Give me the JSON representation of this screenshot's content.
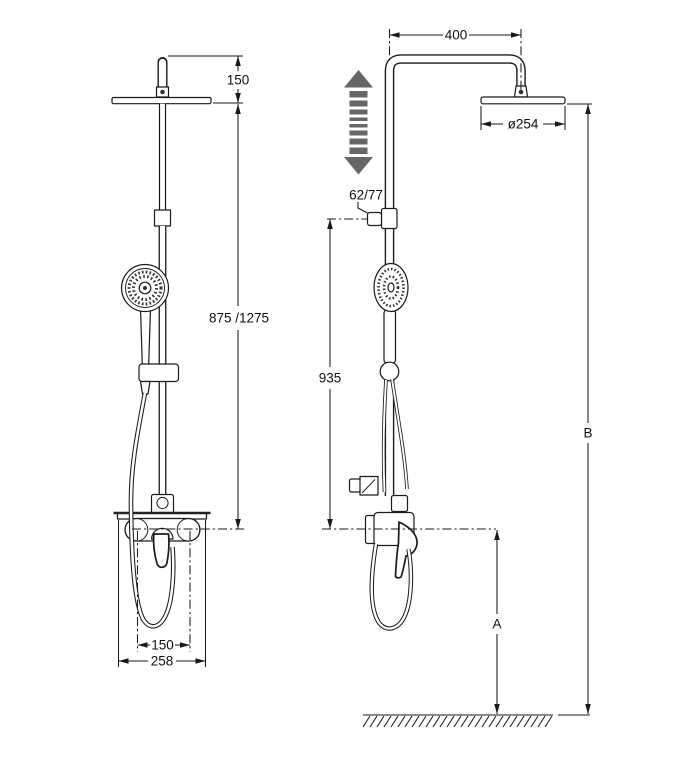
{
  "drawing": {
    "type": "technical-dimension-drawing",
    "subject": "shower-column-with-hand-shower-and-mixer",
    "views": {
      "left": "front-view",
      "right": "side-view"
    },
    "colors": {
      "background": "#ffffff",
      "line": "#1a1a1a",
      "adjust_arrow": "#666666"
    },
    "icons": {
      "height_adjust": "double-vertical-arrow-icon"
    }
  },
  "dimensions": {
    "head_to_top": "150",
    "column_height": "875 /1275",
    "arm_projection": "400",
    "head_diameter": "ø254",
    "bracket_depth": "62/77",
    "rail_length": "935",
    "inlet_spacing": "150",
    "mixer_width": "258",
    "height_a": "A",
    "height_b": "B"
  }
}
